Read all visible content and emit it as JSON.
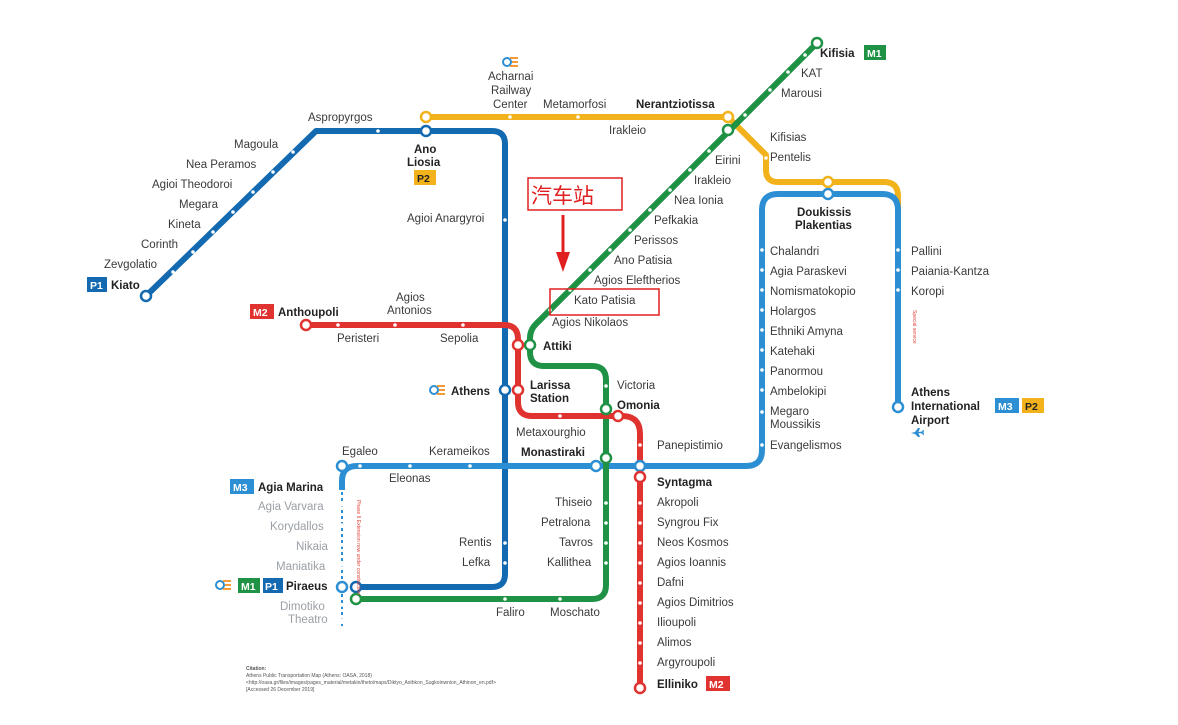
{
  "colors": {
    "m1": "#1f9245",
    "m2": "#e0332f",
    "m3": "#2d8fd3",
    "p1": "#136ab0",
    "p2": "#f2b21b",
    "annotation": "#e02020",
    "text": "#3a3a3a",
    "grey_text": "#9aa0a6"
  },
  "badges": {
    "m1": "M1",
    "m2": "M2",
    "m3": "M3",
    "p1": "P1",
    "p2": "P2"
  },
  "airport_icon": "airplane-icon",
  "railway_logo_icon": "ose-logo-icon",
  "annotation": {
    "label": "汽车站",
    "target": "Kato Patisia"
  },
  "termini": {
    "kifisia": "Kifisia",
    "kiato": "Kiato",
    "anthoupoli": "Anthoupoli",
    "agia_marina": "Agia Marina",
    "elliniko": "Elliniko",
    "airport_1": "Athens",
    "airport_2": "International",
    "airport_3": "Airport",
    "piraeus": "Piraeus"
  },
  "interchanges": {
    "nerantziotissa": "Nerantziotissa",
    "ano_liosia_1": "Ano",
    "ano_liosia_2": "Liosia",
    "doukissis_1": "Doukissis",
    "doukissis_2": "Plakentias",
    "attiki": "Attiki",
    "athens": "Athens",
    "larissa_1": "Larissa",
    "larissa_2": "Station",
    "omonia": "Omonia",
    "monastiraki": "Monastiraki",
    "syntagma": "Syntagma"
  },
  "acharnai": [
    "Acharnai",
    "Railway",
    "Center"
  ],
  "stations": {
    "m1": [
      "KAT",
      "Marousi",
      "Eirini",
      "Irakleio",
      "Nea Ionia",
      "Pefkakia",
      "Perissos",
      "Ano Patisia",
      "Agios Eleftherios",
      "Kato Patisia",
      "Agios Nikolaos",
      "Victoria",
      "Thiseio",
      "Petralona",
      "Tavros",
      "Kallithea",
      "Moschato",
      "Faliro"
    ],
    "m2_west": [
      "Agios",
      "Antonios",
      "Peristeri",
      "Sepolia"
    ],
    "m2_south": [
      "Metaxourghio",
      "Panepistimio",
      "Akropoli",
      "Syngrou Fix",
      "Neos Kosmos",
      "Agios Ioannis",
      "Dafni",
      "Agios Dimitrios",
      "Ilioupoli",
      "Alimos",
      "Argyroupoli"
    ],
    "m3": [
      "Chalandri",
      "Agia Paraskevi",
      "Nomismatokopio",
      "Holargos",
      "Ethniki Amyna",
      "Katehaki",
      "Panormou",
      "Ambelokipi",
      "Megaro",
      "Moussikis",
      "Evangelismos",
      "Egaleo",
      "Eleonas",
      "Kerameikos"
    ],
    "m3_grey": [
      "Agia Varvara",
      "Korydallos",
      "Nikaia",
      "Maniatika",
      "Dimotiko",
      "Theatro"
    ],
    "p1": [
      "Magoula",
      "Nea Peramos",
      "Agioi Theodoroi",
      "Megara",
      "Kineta",
      "Corinth",
      "Zevgolatio",
      "Aspropyrgos",
      "Agioi Anargyroi",
      "Rentis",
      "Lefka"
    ],
    "p2": [
      "Metamorfosi",
      "Irakleio",
      "Kifisias",
      "Pentelis",
      "Pallini",
      "Paiania-Kantza",
      "Koropi"
    ]
  },
  "notes": {
    "airport_service": "Special service",
    "extension": "Phase II Extension now under construction"
  },
  "citation": {
    "title": "Citation:",
    "line1": "Athens Public Transportation Map (Athens: OASA, 2018)",
    "line2": "<http://oasa.gr/files/images/pages_material/metakin/theto/maps/Diktyo_Asthkon_Sugkoinwnion_Athinon_en.pdf>",
    "line3": "[Accessed 26 December 2019]"
  }
}
